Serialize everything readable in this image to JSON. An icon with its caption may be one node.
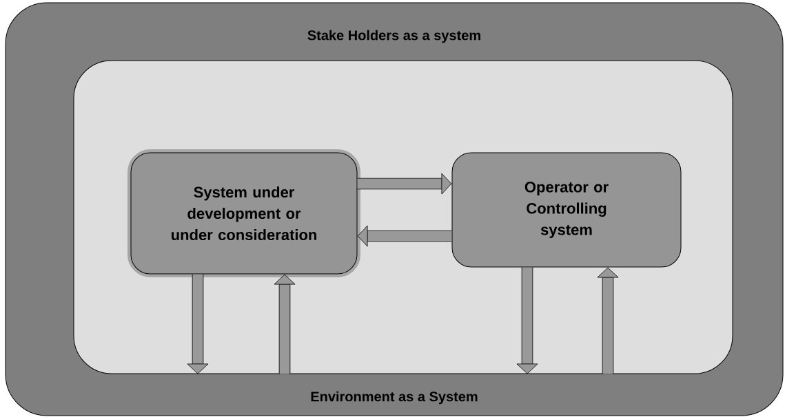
{
  "diagram": {
    "nodes": [
      {
        "text": [
          "Stake Holders as a system",
          "Environment as a System"
        ]
      },
      {
        "text": [],
        "shape": "box",
        "in": 0
      },
      {
        "text": [
          "System under development or under consideration"
        ],
        "in": 1
      },
      {
        "text": [
          "Operator or Controlling system"
        ],
        "in": 1
      }
    ],
    "edges": [
      {
        "from": 2,
        "to": 3,
        "arrow": "to"
      },
      {
        "from": 3,
        "to": 2,
        "arrow": "to"
      },
      {
        "from": 2,
        "to": 1,
        "arrow": "to"
      },
      {
        "from": 1,
        "to": 2,
        "arrow": "to"
      },
      {
        "from": 3,
        "to": 1,
        "arrow": "to"
      },
      {
        "from": 1,
        "to": 3,
        "arrow": "to"
      }
    ]
  }
}
